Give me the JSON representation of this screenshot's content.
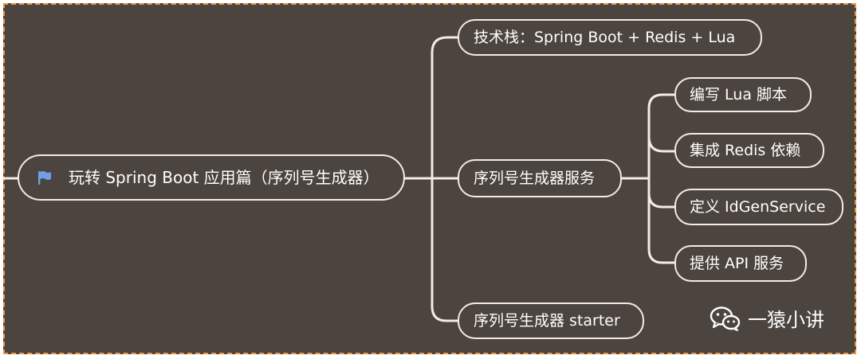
{
  "colors": {
    "background": "#4b443f",
    "frame_border": "#f0923a",
    "node_border": "#f3ece6",
    "line": "#f3ece6",
    "flag": "#6f9fe6",
    "text": "#ffffff"
  },
  "root": {
    "icon": "flag-icon",
    "label": "玩转 Spring Boot 应用篇（序列号生成器）"
  },
  "branches": {
    "tech_stack": "技术栈：Spring Boot + Redis + Lua",
    "service": {
      "label": "序列号生成器服务",
      "children": [
        "编写 Lua 脚本",
        "集成 Redis 依赖",
        "定义 IdGenService",
        "提供 API 服务"
      ]
    },
    "starter": "序列号生成器 starter"
  },
  "watermark": {
    "icon": "wechat-icon",
    "text": "一猿小讲"
  }
}
